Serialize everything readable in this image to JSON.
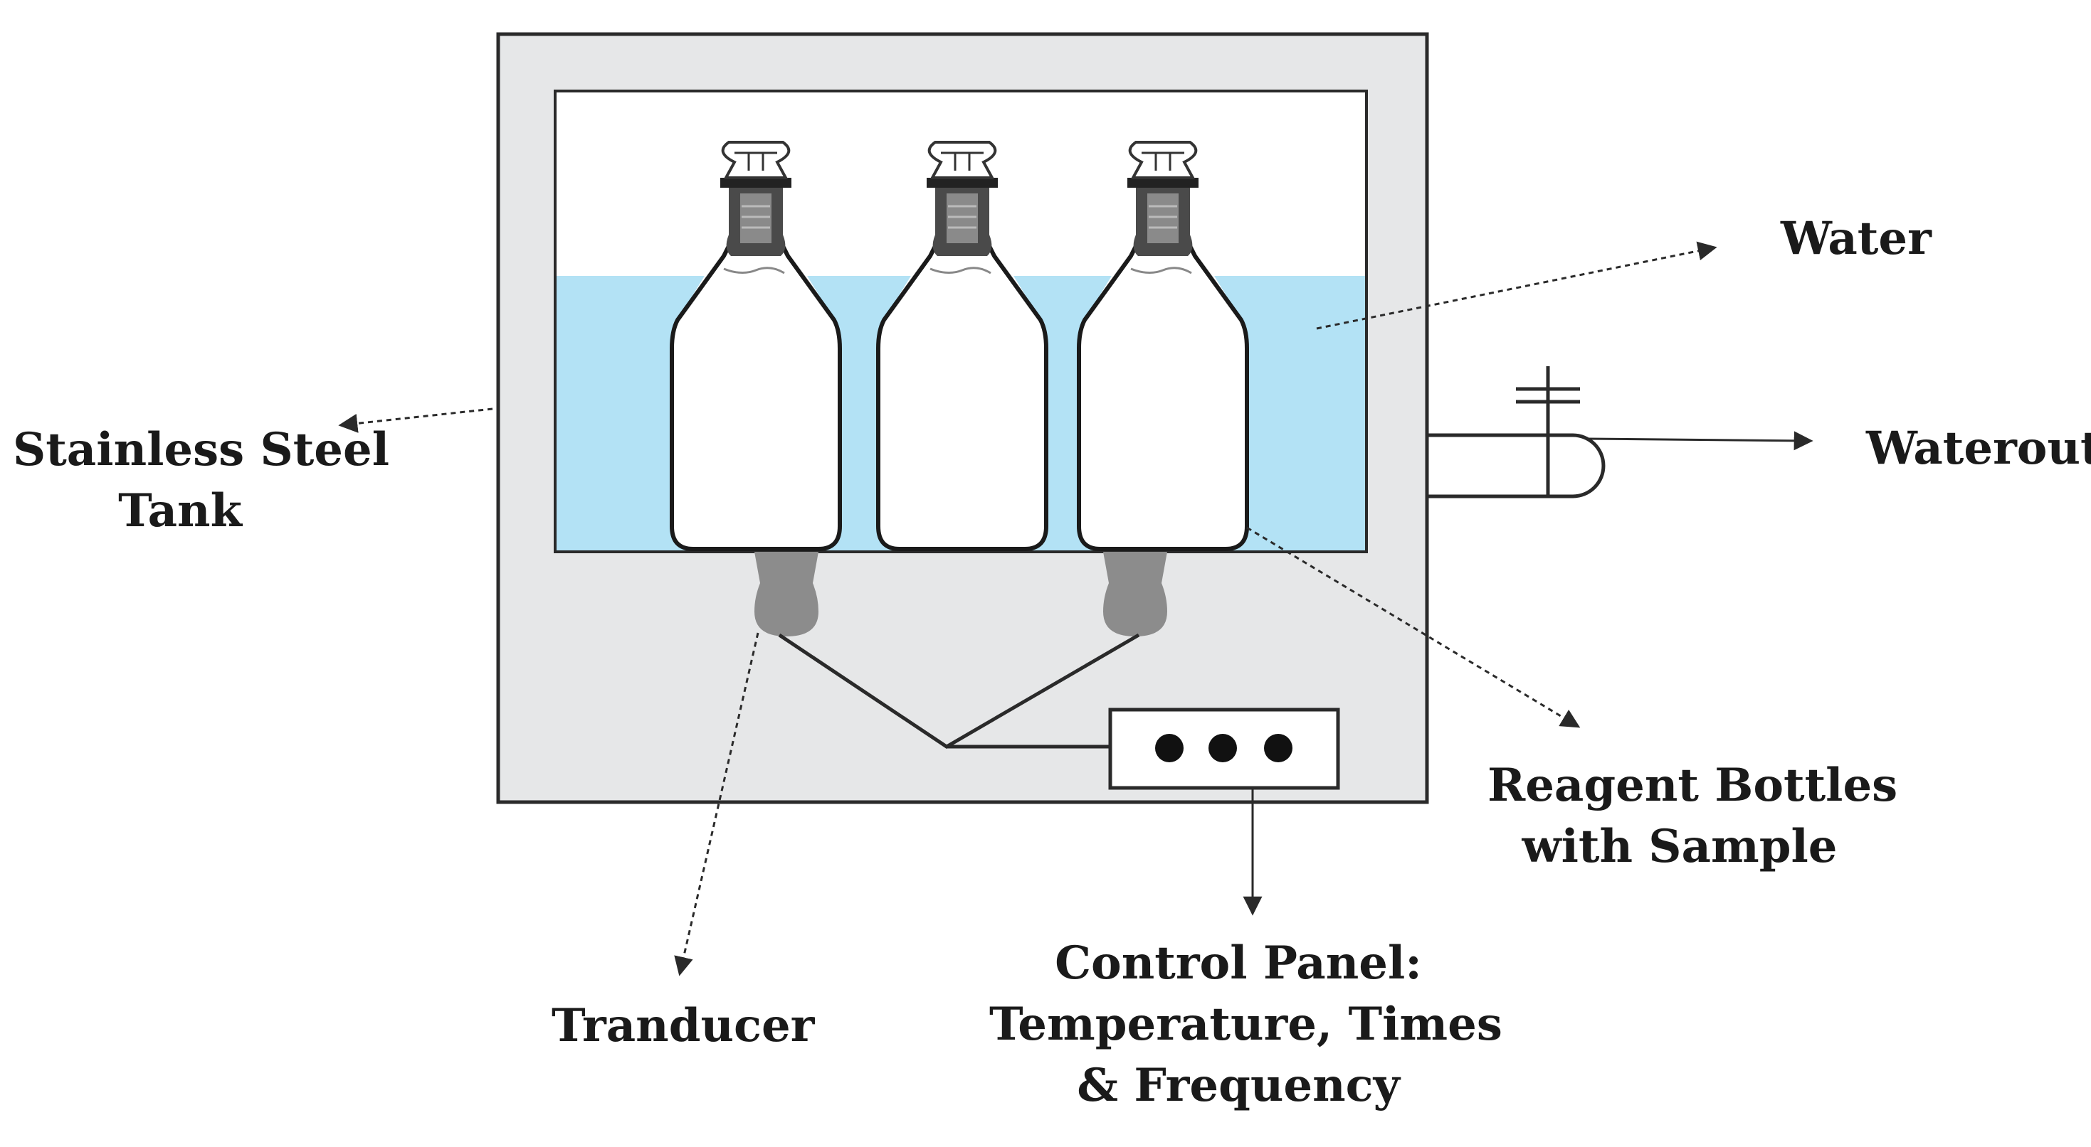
{
  "labels": {
    "water": "Water",
    "waterout": "Waterout",
    "tank": [
      "Stainless Steel",
      "Tank"
    ],
    "bottles": [
      "Reagent Bottles",
      "with Sample"
    ],
    "transducer": "Tranducer",
    "control_panel": [
      "Control Panel:",
      "Temperature, Times",
      "& Frequency"
    ]
  },
  "colors": {
    "tank": "#e6e7e8",
    "water": "#b3e2f5",
    "outline": "#2a2a2a",
    "transducer": "#8c8c8c",
    "bottle_neck": "#555555"
  },
  "bottle_count": 3,
  "transducer_count": 2,
  "control_panel_knobs": 3
}
